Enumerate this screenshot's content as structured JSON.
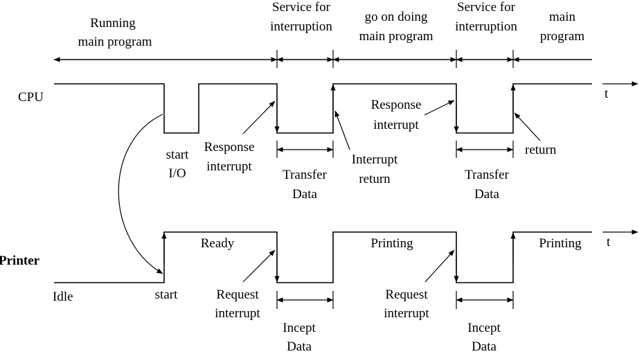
{
  "phases": {
    "running_main_1": "Running",
    "running_main_2": "main program",
    "service1_1": "Service for",
    "service1_2": "interruption",
    "go_on_1": "go on doing",
    "go_on_2": "main program",
    "service2_1": "Service for",
    "service2_2": "interruption",
    "main_1": "main",
    "main_2": "program"
  },
  "rows": {
    "cpu": "CPU",
    "printer": "Printer",
    "t_cpu": "t",
    "t_printer": "t"
  },
  "cpu_labels": {
    "start_1": "start",
    "start_2": "I/O",
    "response1_1": "Response",
    "response1_2": "interrupt",
    "transfer1_1": "Transfer",
    "transfer1_2": "Data",
    "int_return_1": "Interrupt",
    "int_return_2": "return",
    "response2_1": "Response",
    "response2_2": "interrupt",
    "transfer2_1": "Transfer",
    "transfer2_2": "Data",
    "return": "return"
  },
  "printer_labels": {
    "idle": "Idle",
    "start": "start",
    "ready": "Ready",
    "request1_1": "Request",
    "request1_2": "interrupt",
    "incept1_1": "Incept",
    "incept1_2": "Data",
    "printing1": "Printing",
    "request2_1": "Request",
    "request2_2": "interrupt",
    "incept2_1": "Incept",
    "incept2_2": "Data",
    "printing2": "Printing"
  }
}
